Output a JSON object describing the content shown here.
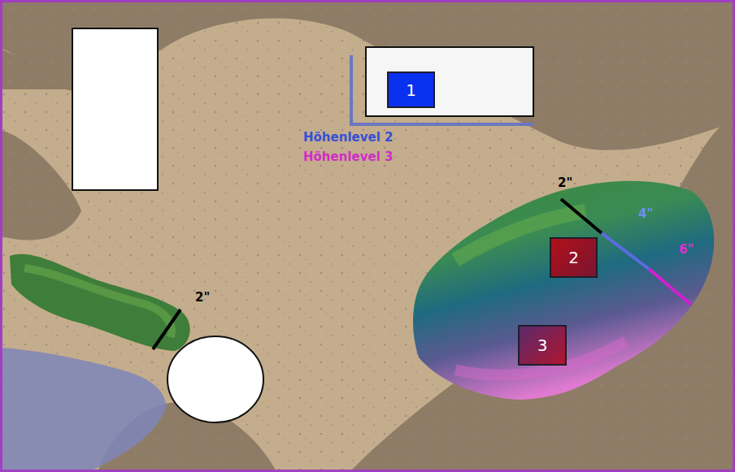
{
  "diagram": {
    "nodes": [
      {
        "text": [
          "1"
        ]
      },
      {
        "text": [
          "2"
        ]
      },
      {
        "text": [
          "3"
        ]
      }
    ],
    "labels": [
      "Höhenlevel 2",
      "Höhenlevel 3",
      "2\"",
      "4\"",
      "6\"",
      "2\""
    ]
  }
}
